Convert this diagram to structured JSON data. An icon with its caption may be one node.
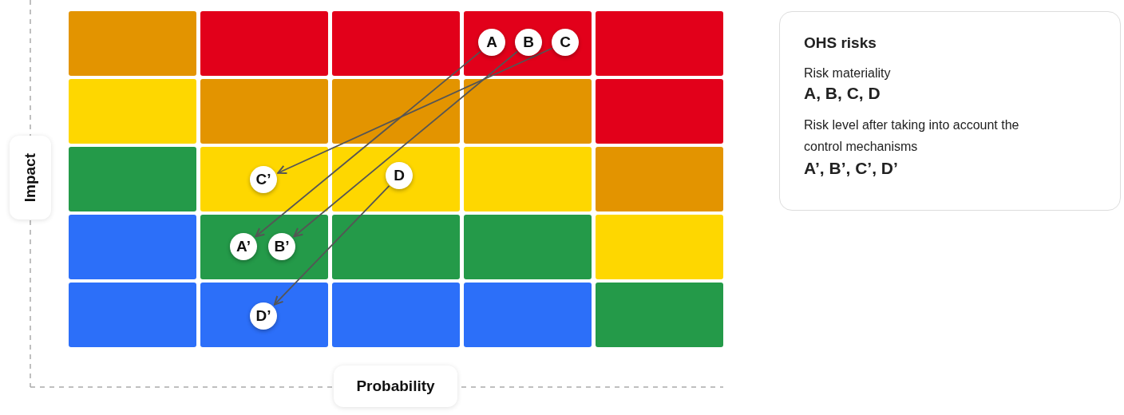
{
  "diagram": {
    "nodes": [
      {
        "text": [
          "A"
        ]
      },
      {
        "text": [
          "B"
        ]
      },
      {
        "text": [
          "C"
        ]
      },
      {
        "text": [
          "OHS risks",
          "Risk materiality",
          "A, B, C, D",
          "Risk level after taking into account the control mechanisms",
          "A’, B’, C’, D’"
        ]
      },
      {
        "text": [
          "Impact"
        ]
      },
      {
        "text": [
          "C’"
        ]
      },
      {
        "text": [
          "D"
        ]
      },
      {
        "text": [
          "A’"
        ]
      },
      {
        "text": [
          "B’"
        ]
      },
      {
        "text": [
          "D’"
        ]
      },
      {
        "text": [
          "Probability"
        ]
      }
    ],
    "edges": [
      {
        "from": 0,
        "to": 7,
        "arrow": "to"
      },
      {
        "from": 1,
        "to": 8,
        "arrow": "to"
      },
      {
        "from": 2,
        "to": 5,
        "arrow": "to"
      },
      {
        "from": 6,
        "to": 9,
        "arrow": "to"
      }
    ]
  }
}
